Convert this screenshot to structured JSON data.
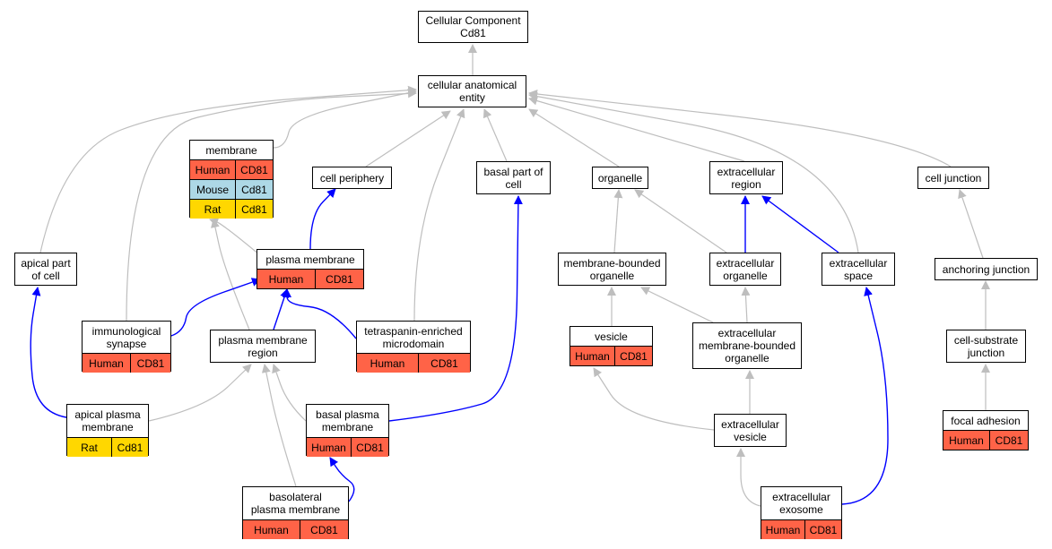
{
  "colors": {
    "human": "#FF6347",
    "mouse": "#ADD8E6",
    "rat": "#FFD700",
    "edge_is_a": "#BEBEBE",
    "edge_part_of": "#0000FF"
  },
  "nodes": {
    "root": {
      "label": "Cellular Component\nCd81"
    },
    "cae": {
      "label": "cellular anatomical\nentity"
    },
    "membrane": {
      "label": "membrane",
      "rows": [
        {
          "species": "Human",
          "gene": "CD81",
          "color": "#FF6347"
        },
        {
          "species": "Mouse",
          "gene": "Cd81",
          "color": "#ADD8E6"
        },
        {
          "species": "Rat",
          "gene": "Cd81",
          "color": "#FFD700"
        }
      ]
    },
    "cellperiphery": {
      "label": "cell periphery"
    },
    "basalpart": {
      "label": "basal part of\ncell"
    },
    "organelle": {
      "label": "organelle"
    },
    "extracellularregion": {
      "label": "extracellular\nregion"
    },
    "celljunction": {
      "label": "cell junction"
    },
    "apicalpart": {
      "label": "apical part\nof cell"
    },
    "plasmamembrane": {
      "label": "plasma membrane",
      "rows": [
        {
          "species": "Human",
          "gene": "CD81",
          "color": "#FF6347"
        }
      ]
    },
    "mbo": {
      "label": "membrane-bounded\norganelle"
    },
    "eco": {
      "label": "extracellular\norganelle"
    },
    "ecspace": {
      "label": "extracellular\nspace"
    },
    "anchoring": {
      "label": "anchoring junction"
    },
    "immsyn": {
      "label": "immunological\nsynapse",
      "rows": [
        {
          "species": "Human",
          "gene": "CD81",
          "color": "#FF6347"
        }
      ]
    },
    "pmr": {
      "label": "plasma membrane\nregion"
    },
    "tetra": {
      "label": "tetraspanin-enriched\nmicrodomain",
      "rows": [
        {
          "species": "Human",
          "gene": "CD81",
          "color": "#FF6347"
        }
      ]
    },
    "vesicle": {
      "label": "vesicle",
      "rows": [
        {
          "species": "Human",
          "gene": "CD81",
          "color": "#FF6347"
        }
      ]
    },
    "ecmbo": {
      "label": "extracellular\nmembrane-bounded\norganelle"
    },
    "csj": {
      "label": "cell-substrate\njunction"
    },
    "apicalpm": {
      "label": "apical plasma\nmembrane",
      "rows": [
        {
          "species": "Rat",
          "gene": "Cd81",
          "color": "#FFD700"
        }
      ]
    },
    "basalpm": {
      "label": "basal plasma\nmembrane",
      "rows": [
        {
          "species": "Human",
          "gene": "CD81",
          "color": "#FF6347"
        }
      ]
    },
    "ecvesicle": {
      "label": "extracellular\nvesicle"
    },
    "focal": {
      "label": "focal adhesion",
      "rows": [
        {
          "species": "Human",
          "gene": "CD81",
          "color": "#FF6347"
        }
      ]
    },
    "basolateral": {
      "label": "basolateral\nplasma membrane",
      "rows": [
        {
          "species": "Human",
          "gene": "CD81",
          "color": "#FF6347"
        }
      ]
    },
    "exosome": {
      "label": "extracellular\nexosome",
      "rows": [
        {
          "species": "Human",
          "gene": "CD81",
          "color": "#FF6347"
        }
      ]
    }
  },
  "edges": [
    {
      "from": "cae",
      "to": "root",
      "kind": "is_a"
    },
    {
      "from": "membrane",
      "to": "cae",
      "kind": "is_a"
    },
    {
      "from": "cellperiphery",
      "to": "cae",
      "kind": "is_a"
    },
    {
      "from": "basalpart",
      "to": "cae",
      "kind": "is_a"
    },
    {
      "from": "organelle",
      "to": "cae",
      "kind": "is_a"
    },
    {
      "from": "extracellularregion",
      "to": "cae",
      "kind": "is_a"
    },
    {
      "from": "celljunction",
      "to": "cae",
      "kind": "is_a"
    },
    {
      "from": "apicalpart",
      "to": "cae",
      "kind": "is_a"
    },
    {
      "from": "immsyn",
      "to": "cae",
      "kind": "is_a"
    },
    {
      "from": "tetra",
      "to": "cae",
      "kind": "is_a"
    },
    {
      "from": "ecspace",
      "to": "cae",
      "kind": "is_a"
    },
    {
      "from": "plasmamembrane",
      "to": "membrane",
      "kind": "is_a"
    },
    {
      "from": "pmr",
      "to": "membrane",
      "kind": "is_a"
    },
    {
      "from": "plasmamembrane",
      "to": "cellperiphery",
      "kind": "part_of"
    },
    {
      "from": "immsyn",
      "to": "plasmamembrane",
      "kind": "part_of"
    },
    {
      "from": "pmr",
      "to": "plasmamembrane",
      "kind": "part_of"
    },
    {
      "from": "tetra",
      "to": "plasmamembrane",
      "kind": "part_of"
    },
    {
      "from": "mbo",
      "to": "organelle",
      "kind": "is_a"
    },
    {
      "from": "eco",
      "to": "organelle",
      "kind": "is_a"
    },
    {
      "from": "eco",
      "to": "extracellularregion",
      "kind": "part_of"
    },
    {
      "from": "ecspace",
      "to": "extracellularregion",
      "kind": "part_of"
    },
    {
      "from": "anchoring",
      "to": "celljunction",
      "kind": "is_a"
    },
    {
      "from": "vesicle",
      "to": "mbo",
      "kind": "is_a"
    },
    {
      "from": "ecmbo",
      "to": "mbo",
      "kind": "is_a"
    },
    {
      "from": "ecmbo",
      "to": "eco",
      "kind": "is_a"
    },
    {
      "from": "csj",
      "to": "anchoring",
      "kind": "is_a"
    },
    {
      "from": "apicalpm",
      "to": "apicalpart",
      "kind": "part_of"
    },
    {
      "from": "apicalpm",
      "to": "pmr",
      "kind": "is_a"
    },
    {
      "from": "basalpm",
      "to": "pmr",
      "kind": "is_a"
    },
    {
      "from": "basalpm",
      "to": "basalpart",
      "kind": "part_of"
    },
    {
      "from": "basolateral",
      "to": "pmr",
      "kind": "is_a"
    },
    {
      "from": "basolateral",
      "to": "basalpm",
      "kind": "part_of"
    },
    {
      "from": "ecvesicle",
      "to": "vesicle",
      "kind": "is_a"
    },
    {
      "from": "ecvesicle",
      "to": "ecmbo",
      "kind": "is_a"
    },
    {
      "from": "exosome",
      "to": "ecvesicle",
      "kind": "is_a"
    },
    {
      "from": "exosome",
      "to": "ecspace",
      "kind": "part_of"
    },
    {
      "from": "focal",
      "to": "csj",
      "kind": "is_a"
    }
  ]
}
